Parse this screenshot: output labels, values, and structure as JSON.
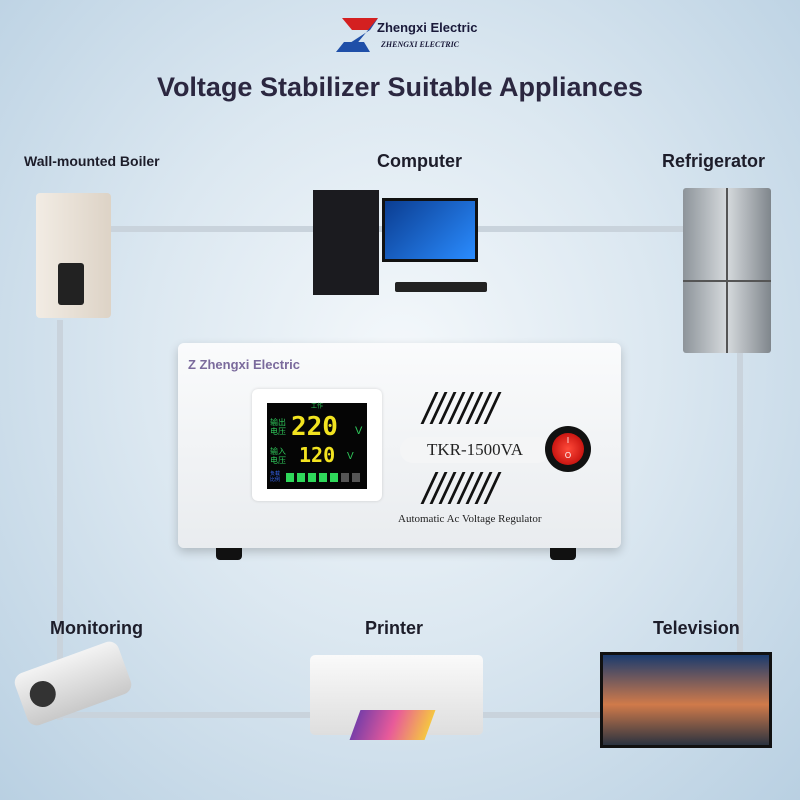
{
  "brand": {
    "name": "Zhengxi Electric",
    "sub": "ZHENGXI ELECTRIC",
    "logo_color_red": "#d42020",
    "logo_color_blue": "#1f4fa8"
  },
  "title": "Voltage Stabilizer Suitable Appliances",
  "appliances": [
    {
      "label": "Wall-mounted Boiler"
    },
    {
      "label": "Computer"
    },
    {
      "label": "Refrigerator"
    },
    {
      "label": "Monitoring"
    },
    {
      "label": "Printer"
    },
    {
      "label": "Television"
    }
  ],
  "stabilizer": {
    "brand_label": "Z Zhengxi Electric",
    "model": "TKR-1500VA",
    "caption": "Automatic Ac Voltage Regulator",
    "display": {
      "status_label": "工作",
      "output_label": "输出电压",
      "output_value": "220",
      "input_label": "输入电压",
      "input_value": "120",
      "unit": "V",
      "load_label": "负载比例",
      "load_bars_on": 5,
      "load_bars_total": 7
    },
    "switch": {
      "on": "I",
      "off": "O"
    }
  }
}
